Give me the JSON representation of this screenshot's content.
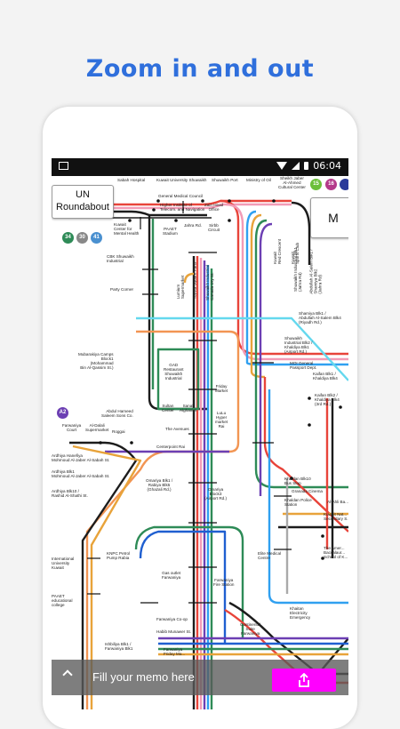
{
  "headline": "Zoom in and out",
  "status_bar": {
    "time": "06:04",
    "icons": [
      "image-icon",
      "wifi-icon",
      "signal-icon",
      "battery-icon"
    ]
  },
  "callouts": {
    "left": "UN\nRoundabout",
    "right": "M"
  },
  "line_badges": [
    "34",
    "30",
    "41",
    "15",
    "16",
    "A2"
  ],
  "map_labels": {
    "sabah": "Sabah Hospital",
    "kuwait_univ": "Kuwait University Shuwaikh",
    "shuwaikh_port": "Shuwaikh Port",
    "ministry_oil": "Ministry of Oil",
    "sheikh_jaber": "Sheikh Jaber\nAl-Ahmed\nCultural Center",
    "general_medical": "General Medical Council",
    "higher_institute": "Higher Institute of\nTelecom. and Navigation",
    "zain": "Zain Head\nOffice",
    "kuwait_center": "Kuwait\nCenter for\nMental Health",
    "paaet_stadium": "PAAET\nStadium",
    "jahra_rd": "Jahra Rd.",
    "sirbb": "Sirbb\nCircuit",
    "cbk": "CBK Shuwaikh\nIndustrial",
    "party_corner": "Party Corner",
    "lumium": "Lumium\nSupermarket",
    "toyota": "Toyota Square Parts",
    "shuwaikh_industrial_canada": "Shuwaikh Industrial\nCanada Dry St.",
    "kuwait_red": "Kuwait\nRed Crescent",
    "kuwait_sports": "Kuwait\nSports Club",
    "shuwaikh_ind_blk": "Shuwaikh Industrial Blk1\n(Jahra Rd)",
    "shuwaikh_ind2": "Shuwaikh\nIndustrial Blk2 /\nKhaldiya Blk1\n(Airport Rd.)",
    "moi": "MOI General\nPassport Dept.",
    "abdullah": "Abdullah Al-Salem Blk1 /\nShamiya Blk2\n(Jahra Rd)",
    "shamiya": "Shamiya Blk1 /\nAbdullah Al-Salem Blk4\n(Riyadh Rd.)",
    "mubarakiya": "Mubarakiya Camps\nBlock1\n(Mohammad\nBin Al-Qassim St.)",
    "gad": "GAD\nRestaurant\nShuwaikh\nIndustrial",
    "sultan": "Sultan\nCenter",
    "sanaf": "Sanaf\nAlghanim",
    "friday_market": "Friday\nMarket",
    "lulu": "LuLu\nHyper\nmarket\nRai",
    "kaifan_blk1": "Kaifan Blk1 /\nKhaldiya Blk4",
    "kaifan_blk2": "Kaifan Blk2 /\nKhaldiya Blk4\n(3rd Rd.)",
    "abdul_hameed": "Abdul Hameed\nSaleem Sons Co.",
    "farwaniya_court": "Farwaniya\nCourt",
    "al_dalali": "Al-Dalali\nSupermarket",
    "roggai": "Roggai",
    "the_avenues": "The Avenues",
    "centerpoint": "Centerpoint Rai",
    "ardhiya_hanefiya": "Ardhiya Hanefiya\nMohmoud Al-Jaber Al-Sabah St.",
    "ardhiya_blk1": "Ardhiya Blk1\nMohmoud Al-Jaber Al-Sabah St.",
    "ardhiya_blk10": "Ardhiya Blk10 /\nRashid Al-Shathi St.",
    "omariya_blk1": "Omariya Blk1 /\nRabiya Blk5\n(Ghazali Rd.)",
    "omariya_blk3": "Omariya\nBlock3\n(Airport Rd.)",
    "khaldan_blk10": "Khaldan Blk10\nBus Stop",
    "granada": "Granada Cinema",
    "khaldan_police": "Khaldan Police\nStation",
    "al_ahli": "Al-Ahli Ba...",
    "kuwait_natl": "Kuwait Nat...\nSecondary S...",
    "knpc": "KNPC Petrol\nPump Rabia",
    "elite_medical": "Elite Medical\nCentre",
    "the_amer": "The Amer...\nBaccalaur...\nSchool of K...",
    "international_univ": "International\nUniversity\nKuwait",
    "gas_outlet": "Gas outlet\nFarwaniya",
    "farwaniya_fire": "Farwaniya\nFire Station",
    "paaet_college": "PAAET\neducational\ncollege",
    "farwaniya_coop": "Farwaniya Co-op",
    "habib": "Habib Munawer St.",
    "farwaniya_friday": "Farwaniya\nFriday Ma...",
    "continental": "Continental\nSuite\nFarwaniya",
    "khaitan": "Khaitan\nElectricity\nEmergency",
    "ishbiliya": "Ishbiliya Blk1 /\nFarwaniya Blk1"
  },
  "memo": {
    "placeholder": "Fill your memo here",
    "share_icon": "share-icon"
  },
  "colors": {
    "headline": "#2f6fdc",
    "share_button": "#ff00ff"
  }
}
